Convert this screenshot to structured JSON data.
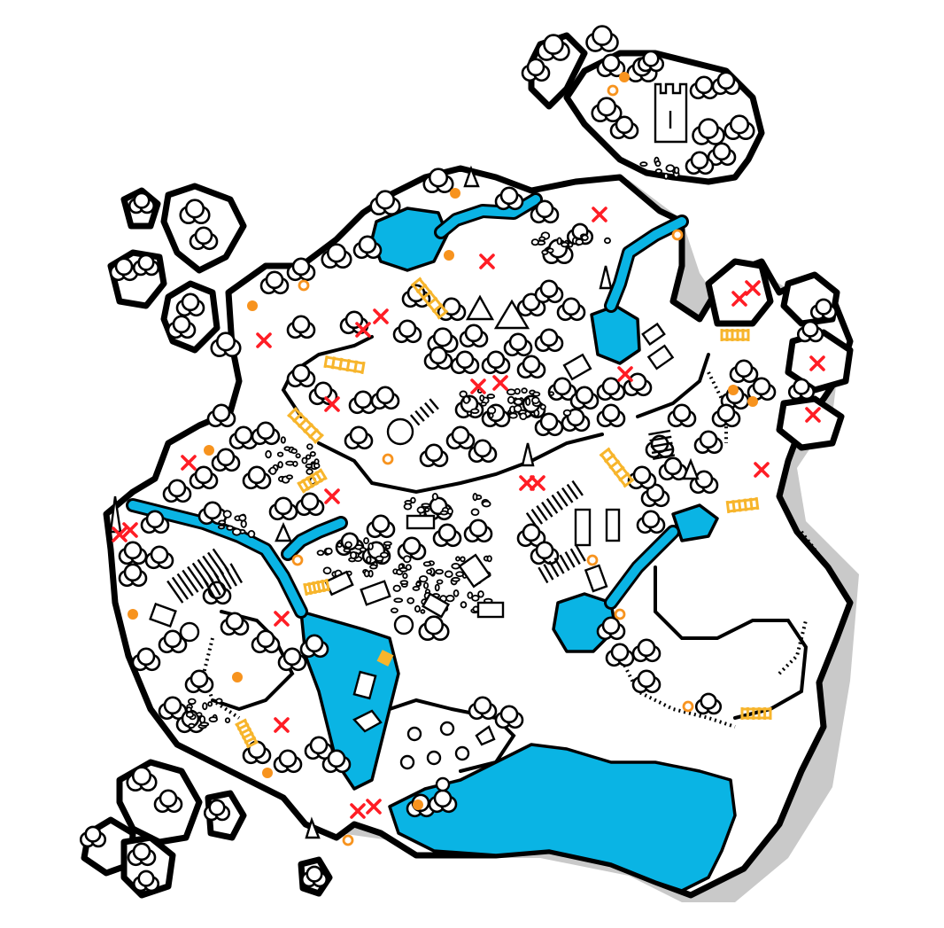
{
  "colors": {
    "water": "#0ab4e4",
    "danger_mark": "#ff1d25",
    "point_of_interest": "#f7931e",
    "bridge": "#f7b52c",
    "ink": "#000000",
    "shadow": "#c9c9c9"
  },
  "legend_symbols": [
    "red-x-mark",
    "orange-filled-dot",
    "orange-ring",
    "yellow-bridge",
    "tower-icon",
    "tent-icon",
    "castle-icon"
  ]
}
